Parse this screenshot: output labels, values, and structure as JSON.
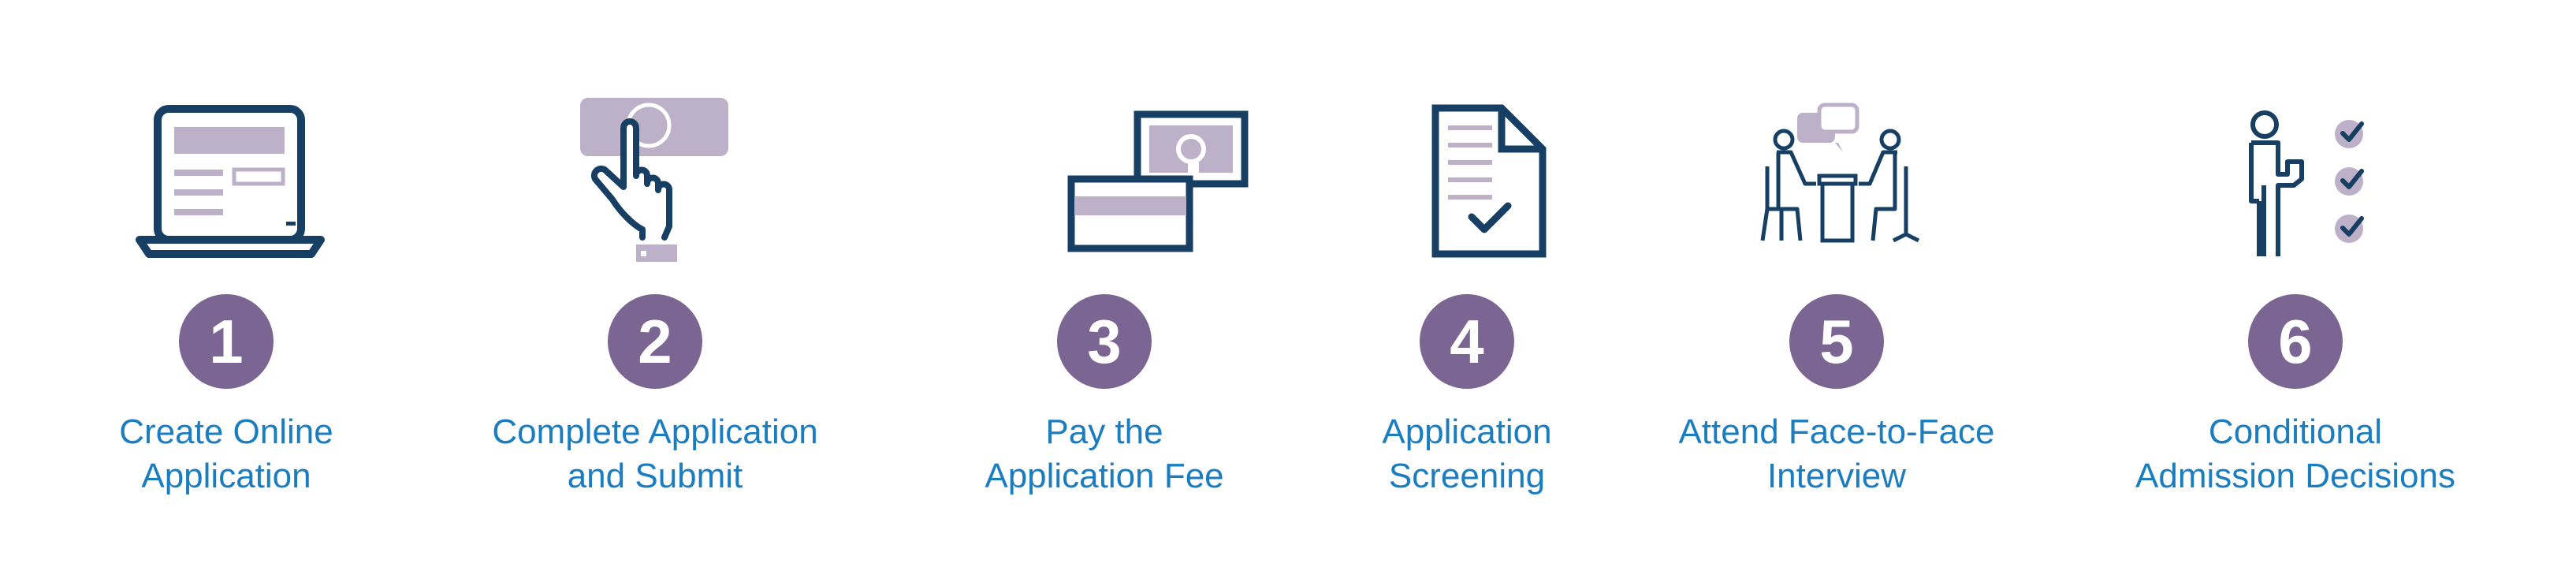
{
  "colors": {
    "navy": "#173f64",
    "lavender": "#bdb1c9",
    "badge": "#7b6592",
    "label": "#1a7dc0"
  },
  "steps": [
    {
      "number": "1",
      "line1": "Create Online",
      "line2": "Application",
      "icon": "laptop-icon"
    },
    {
      "number": "2",
      "line1": "Complete Application",
      "line2": "and Submit",
      "icon": "hand-pointer-icon"
    },
    {
      "number": "3",
      "line1": "Pay the",
      "line2": "Application Fee",
      "icon": "payment-icon"
    },
    {
      "number": "4",
      "line1": "Application",
      "line2": "Screening",
      "icon": "document-check-icon"
    },
    {
      "number": "5",
      "line1": "Attend Face-to-Face",
      "line2": "Interview",
      "icon": "interview-icon"
    },
    {
      "number": "6",
      "line1": "Conditional",
      "line2": "Admission Decisions",
      "icon": "checklist-icon"
    }
  ]
}
